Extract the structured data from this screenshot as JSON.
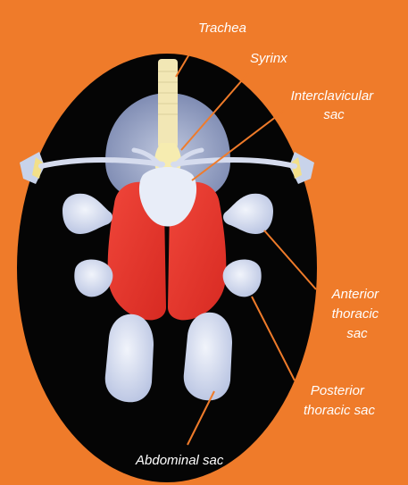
{
  "figure": {
    "labels": {
      "trachea": "Trachea",
      "syrinx": "Syrinx",
      "interclavicular_line1": "Interclavicular",
      "interclavicular_line2": "sac",
      "anterior_line1": "Anterior",
      "anterior_line2": "thoracic",
      "anterior_line3": "sac",
      "posterior_line1": "Posterior",
      "posterior_line2": "thoracic sac",
      "abdominal": "Abdominal sac"
    },
    "colors": {
      "background": "#ef7b2a",
      "body": "#050505",
      "lung": "#e6322b",
      "air_sac": "#d9dff2",
      "trachea": "#f2e7b5",
      "label_text": "#ffffff",
      "leader_line": "#ef7b2a"
    }
  }
}
